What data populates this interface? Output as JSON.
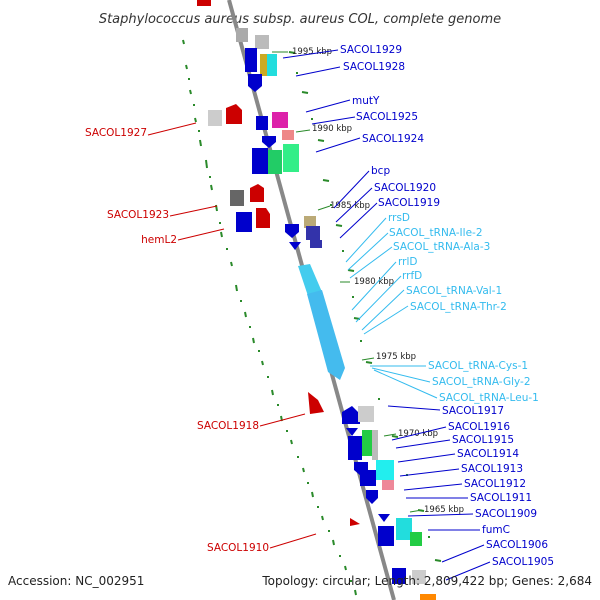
{
  "title": "Staphylococcus aureus subsp. aureus COL, complete genome",
  "footer": {
    "accession": "Accession: NC_002951",
    "topology": "Topology: circular; Length: 2,809,422 bp; Genes: 2,684"
  },
  "colors": {
    "reverse_label": "#cc0000",
    "forward_label": "#0000cc",
    "rna_label": "#33bbee",
    "backbone": "#888888",
    "gc_dash": "#2a8a2a"
  },
  "kbp_ticks": [
    "1995 kbp",
    "1990 kbp",
    "1985 kbp",
    "1980 kbp",
    "1975 kbp",
    "1970 kbp",
    "1965 kbp"
  ],
  "left_labels": [
    "SACOL1927",
    "SACOL1923",
    "hemL2",
    "SACOL1918",
    "SACOL1910"
  ],
  "right_labels": [
    "SACOL1929",
    "SACOL1928",
    "mutY",
    "SACOL1925",
    "SACOL1924",
    "bcp",
    "SACOL1920",
    "SACOL1919",
    "rrsD",
    "SACOL_tRNA-Ile-2",
    "SACOL_tRNA-Ala-3",
    "rrlD",
    "rrfD",
    "SACOL_tRNA-Val-1",
    "SACOL_tRNA-Thr-2",
    "SACOL_tRNA-Cys-1",
    "SACOL_tRNA-Gly-2",
    "SACOL_tRNA-Leu-1",
    "SACOL1917",
    "SACOL1916",
    "SACOL1915",
    "SACOL1914",
    "SACOL1913",
    "SACOL1912",
    "SACOL1911",
    "SACOL1909",
    "fumC",
    "SACOL1906",
    "SACOL1905"
  ]
}
